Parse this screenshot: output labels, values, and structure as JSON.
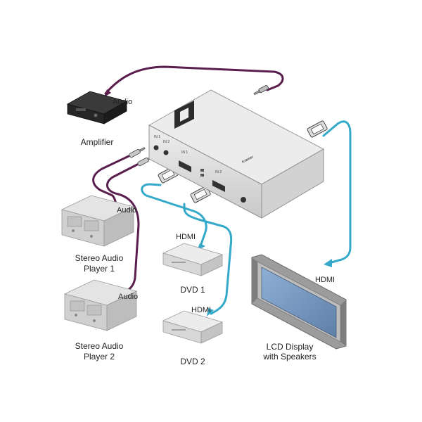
{
  "cable_labels": {
    "amplifier_audio": "Audio",
    "player1_audio": "Audio",
    "player2_audio": "Audio",
    "dvd1_hdmi": "HDMI",
    "dvd2_hdmi": "HDMI",
    "display_hdmi": "HDMI"
  },
  "devices": {
    "amplifier": "Amplifier",
    "player1_line1": "Stereo Audio",
    "player1_line2": "Player 1",
    "player2_line1": "Stereo Audio",
    "player2_line2": "Player 2",
    "dvd1": "DVD 1",
    "dvd2": "DVD 2",
    "display_line1": "LCD Display",
    "display_line2": "with Speakers"
  },
  "switcher": {
    "in1_audio": "IN 1",
    "in2_audio": "IN 2",
    "in1_hdmi": "IN 1",
    "in2_hdmi": "IN 2",
    "brand": "Kramer"
  },
  "colors": {
    "audio_cable": "#5a1e4e",
    "hdmi_cable": "#35a9c9",
    "device_dark": "#2e2e2e",
    "device_light": "#d6d6d6",
    "switcher_body": "#e0e0e0",
    "screen": "#7a96bd"
  }
}
